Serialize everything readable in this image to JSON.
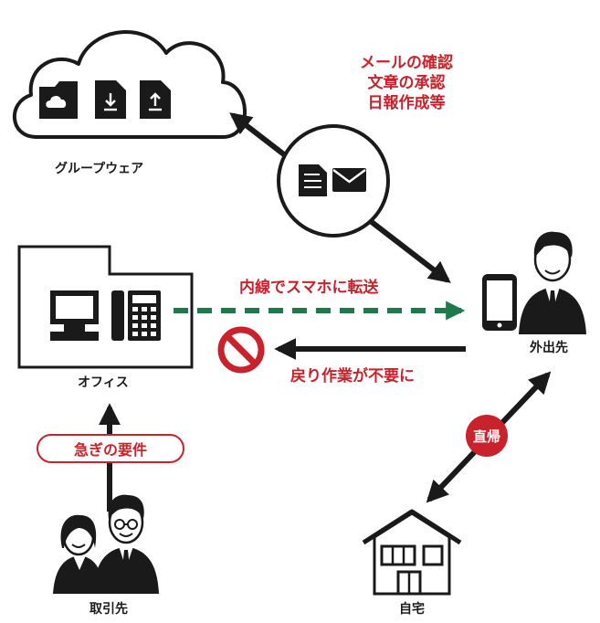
{
  "nodes": {
    "groupware": "グループウェア",
    "office": "オフィス",
    "client": "取引先",
    "remote": "外出先",
    "home": "自宅"
  },
  "captions": {
    "groupware_tasks": [
      "メールの確認",
      "文章の承認",
      "日報作成等"
    ],
    "transfer": "内線でスマホに転送",
    "no_return": "戻り作業が不要に",
    "urgent": "急ぎの要件",
    "direct_return": "直帰"
  },
  "colors": {
    "accent_red": "#c8232c",
    "transfer_green": "#1e7a4a",
    "ink": "#1a1a1a"
  },
  "icons": [
    "cloud-icon",
    "folder-upload-icon",
    "file-download-icon",
    "file-upload-icon",
    "document-icon",
    "mail-icon",
    "office-building-icon",
    "desktop-pc-icon",
    "desk-phone-icon",
    "smartphone-icon",
    "businessman-icon",
    "prohibited-icon",
    "people-icon",
    "house-icon"
  ]
}
